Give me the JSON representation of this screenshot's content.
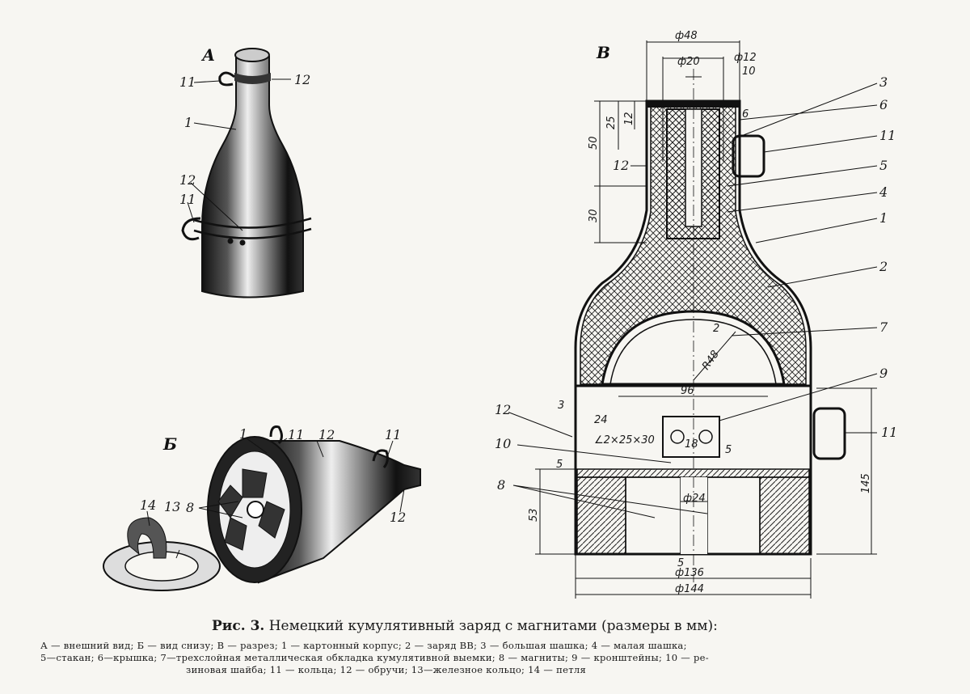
{
  "views": {
    "a": "А",
    "b": "Б",
    "v": "В"
  },
  "labels_a": [
    "11",
    "12",
    "1",
    "12",
    "11"
  ],
  "labels_b": [
    "1",
    "11",
    "12",
    "11",
    "8",
    "14",
    "13",
    "12"
  ],
  "labels_v": [
    "3",
    "6",
    "11",
    "5",
    "4",
    "1",
    "2",
    "7",
    "9",
    "11",
    "12",
    "10",
    "8",
    "12"
  ],
  "dimensions": {
    "d48": "ф48",
    "d20": "ф20",
    "d12": "ф12",
    "n10": "10",
    "n6": "6",
    "n25": "25",
    "n12": "12",
    "n50": "50",
    "n30": "30",
    "n2": "2",
    "r48": "R48",
    "n96": "96",
    "n3": "3",
    "n24": "24",
    "angle": "∠2×25×30",
    "n18": "18",
    "n5a": "5",
    "n5b": "5",
    "n5c": "5",
    "d24": "ф24",
    "n53": "53",
    "n145": "145",
    "d136": "ф136",
    "d144": "ф144"
  },
  "caption": {
    "fig": "Рис. 3.",
    "title": "Немецкий кумулятивный заряд с магнитами (размеры в мм):",
    "lines": [
      "А — внешний вид; Б — вид снизу; В — разрез; 1 — картонный корпус; 2 — заряд ВВ; 3 — большая шашка; 4 — малая шашка;",
      "5—стакан; 6—крышка; 7—трехслойная металлическая обкладка кумулятивной выемки; 8 — магниты; 9 — кронштейны; 10 — ре-",
      "зиновая шайба; 11 — кольца; 12 — обручи; 13—железное кольцо; 14 — петля"
    ]
  }
}
